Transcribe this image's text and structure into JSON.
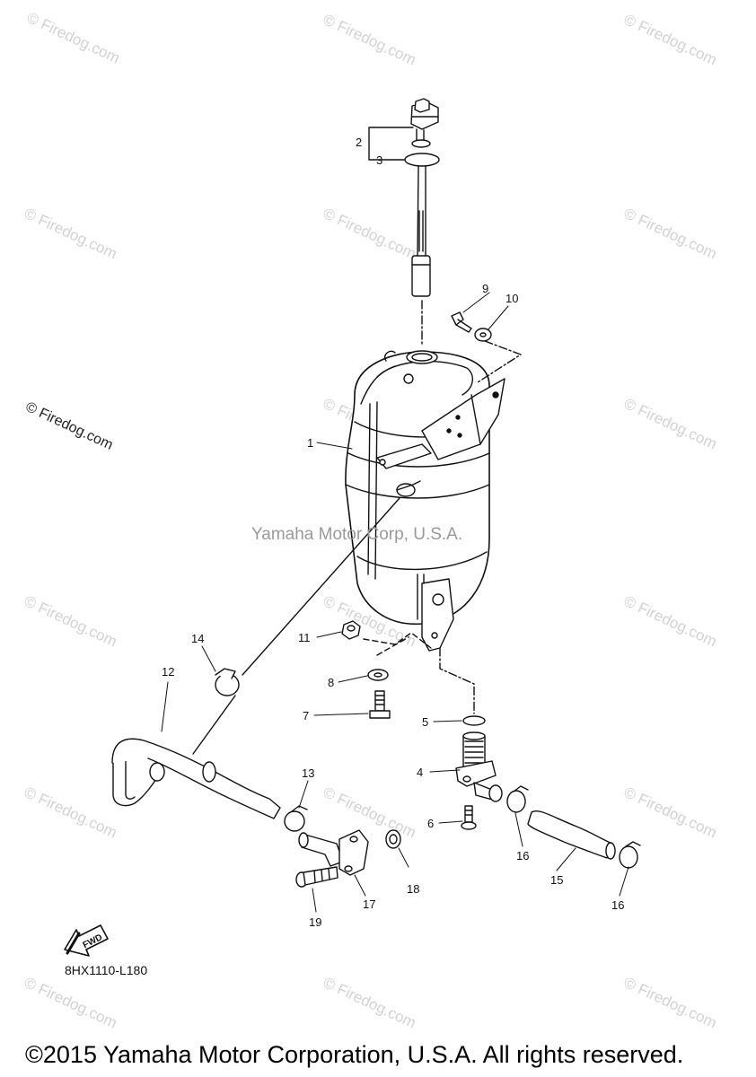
{
  "watermarks": {
    "firedog": "© Firedog.com",
    "center": "Yamaha Motor Corp, U.S.A."
  },
  "diagram_code": "8HX1110-L180",
  "fwd_label": "FWD",
  "copyright": "©2015 Yamaha Motor Corporation, U.S.A. All rights reserved.",
  "callouts": [
    "1",
    "2",
    "3",
    "4",
    "5",
    "6",
    "7",
    "8",
    "9",
    "10",
    "11",
    "12",
    "13",
    "14",
    "15",
    "16",
    "17",
    "18",
    "19"
  ]
}
